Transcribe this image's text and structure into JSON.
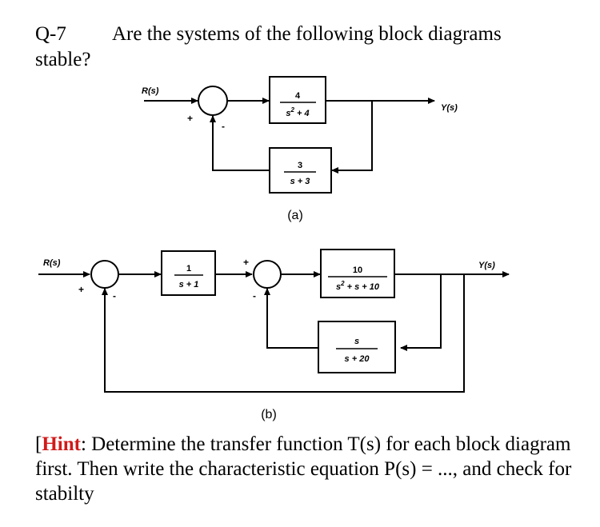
{
  "question": {
    "number": "Q-7",
    "text_line1": "Are the systems of the following block diagrams",
    "text_line2": "stable?"
  },
  "diagram_a": {
    "input_label": "R(s)",
    "output_label": "Y(s)",
    "forward_block": {
      "num": "4",
      "den_prefix": "s",
      "den_exp": "2",
      "den_suffix": " + 4"
    },
    "feedback_block": {
      "num": "3",
      "den": "s + 3"
    },
    "sign_plus": "+",
    "sign_minus": "-",
    "caption": "(a)"
  },
  "diagram_b": {
    "input_label": "R(s)",
    "output_label": "Y(s)",
    "block1": {
      "num": "1",
      "den": "s + 1"
    },
    "block2": {
      "num": "10",
      "den_prefix": "s",
      "den_exp": "2",
      "den_suffix": " + s + 10"
    },
    "feedback_block": {
      "num": "s",
      "den": "s + 20"
    },
    "sign_plus": "+",
    "sign_minus": "-",
    "caption": "(b)"
  },
  "hint": {
    "open_bracket": "[",
    "word": "Hint",
    "text": ": Determine the transfer function T(s) for each block diagram first. Then write the characteristic equation P(s) = ..., and check for stabilty"
  }
}
